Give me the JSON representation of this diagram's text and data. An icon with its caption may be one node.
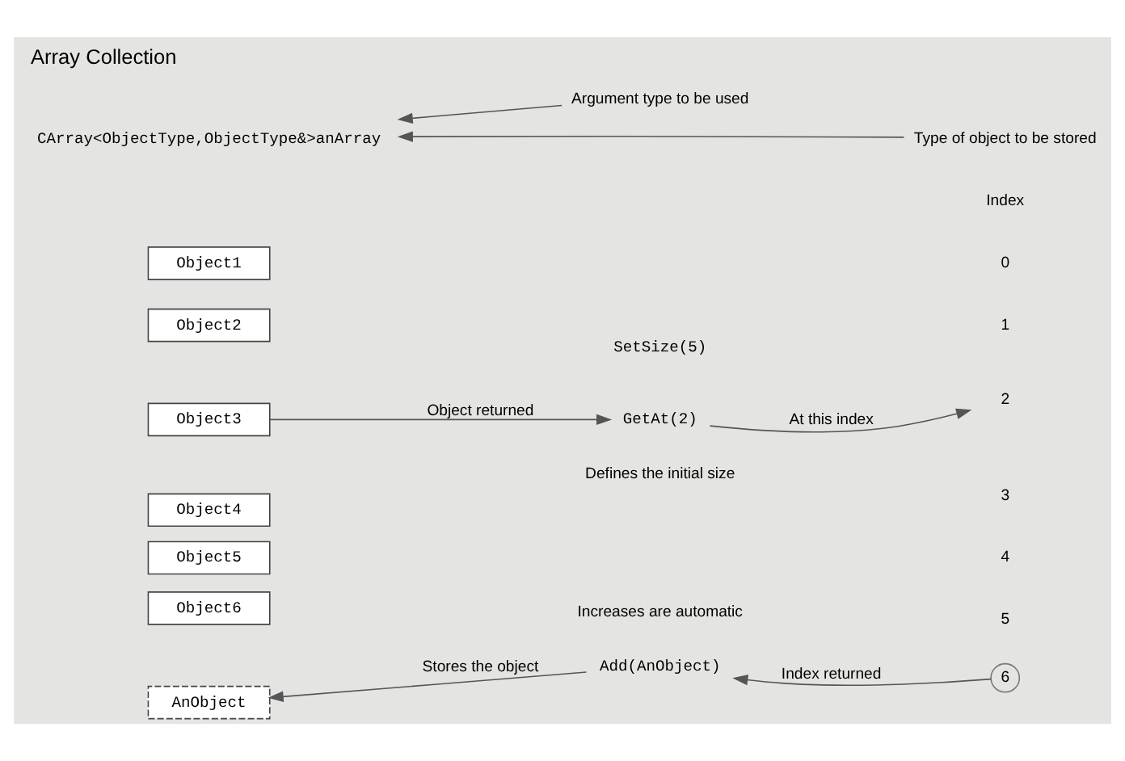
{
  "diagram": {
    "title": "Array Collection",
    "nodes": [
      {
        "text": [
          "CArray<ObjectType,ObjectType&>anArray"
        ]
      },
      {
        "text": [
          "Type of object to be stored"
        ]
      },
      {
        "text": [
          "Argument type to be used"
        ]
      },
      {
        "text": [
          "Object1"
        ]
      },
      {
        "text": [
          "Object2"
        ]
      },
      {
        "text": [
          "Object3"
        ]
      },
      {
        "text": [
          "Object4"
        ]
      },
      {
        "text": [
          "Object5"
        ]
      },
      {
        "text": [
          "Object6"
        ]
      },
      {
        "text": [
          "AnObject"
        ]
      },
      {
        "text": [
          "2"
        ]
      },
      {
        "text": [
          "GetAt(2)"
        ]
      },
      {
        "text": [
          "6"
        ]
      },
      {
        "text": [
          "Add(AnObject)"
        ]
      }
    ],
    "edges": [
      {
        "from": 1,
        "to": 0,
        "arrow": "to"
      },
      {
        "from": 2,
        "to": 0,
        "arrow": "to"
      },
      {
        "from": 5,
        "to": 11,
        "arrow": "to",
        "label": "Object returned"
      },
      {
        "from": 11,
        "to": 10,
        "arrow": "to",
        "label": "At this index"
      },
      {
        "from": 12,
        "to": 13,
        "arrow": "to",
        "label": "Index returned"
      },
      {
        "from": 13,
        "to": 9,
        "arrow": "to",
        "label": "Stores the object"
      }
    ],
    "labels": [
      "Index",
      "0",
      "1",
      "3",
      "4",
      "5",
      "SetSize(5)",
      "Defines the initial size",
      "Increases are automatic"
    ]
  }
}
